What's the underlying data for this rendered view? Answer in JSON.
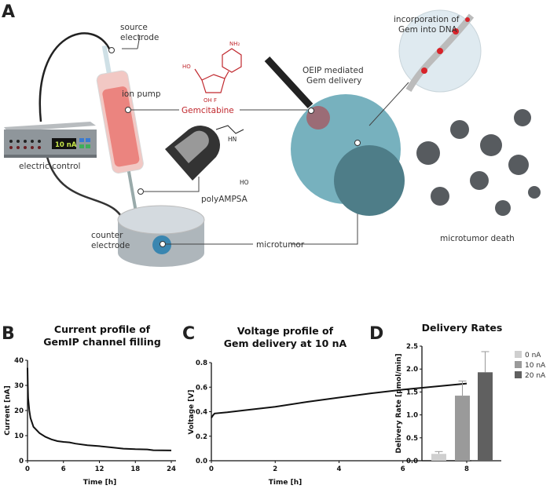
{
  "panel_a": {
    "letter": "A",
    "labels": {
      "source_electrode": [
        "source",
        "electrode"
      ],
      "ion_pump": "ion pump",
      "gemcitabine": "Gemcitabine",
      "electric_control": "electric control",
      "display": "10 nA",
      "polyampsa": "polyAMPSA",
      "counter_electrode": [
        "counter",
        "electrode"
      ],
      "microtumor": "microtumor",
      "oeip": [
        "OEIP mediated",
        "Gem delivery"
      ],
      "incorporation": [
        "incorporation of",
        "Gem into DNA"
      ],
      "death": "microtumor death"
    },
    "colors": {
      "gemcitabine": "#c0282e",
      "tumor": "#5fa3b3",
      "dead_tumor": "#3a3f44"
    }
  },
  "chart_data": [
    {
      "panel": "B",
      "type": "line",
      "title": [
        "Current profile of",
        "GemIP channel filling"
      ],
      "xlabel": "Time [h]",
      "ylabel": "Current [nA]",
      "xlim": [
        0,
        24
      ],
      "ylim": [
        0,
        40
      ],
      "xticks": [
        0,
        6,
        12,
        18,
        24
      ],
      "yticks": [
        0,
        10,
        20,
        30,
        40
      ],
      "grid": false,
      "x": [
        0,
        0.05,
        0.1,
        0.3,
        0.5,
        1,
        2,
        3,
        4,
        5,
        6,
        7,
        8,
        10,
        12,
        14,
        16,
        18,
        20,
        21,
        24
      ],
      "y": [
        37,
        30,
        25,
        20,
        17,
        13.5,
        11,
        9.5,
        8.5,
        7.8,
        7.5,
        7.3,
        6.8,
        6.2,
        5.8,
        5.3,
        4.8,
        4.6,
        4.5,
        4.2,
        4.1
      ]
    },
    {
      "panel": "C",
      "type": "line",
      "title": [
        "Voltage profile of",
        "Gem delivery at 10 nA"
      ],
      "xlabel": "Time [h]",
      "ylabel": "Voltage [V]",
      "xlim": [
        0,
        8
      ],
      "ylim": [
        0,
        0.8
      ],
      "xticks": [
        0,
        2,
        4,
        6,
        8
      ],
      "yticks": [
        "0.0",
        "0.2",
        "0.4",
        "0.6",
        "0.8"
      ],
      "grid": false,
      "x": [
        0,
        0.05,
        0.1,
        0.5,
        1,
        2,
        3,
        4,
        5,
        6,
        7,
        8
      ],
      "y": [
        0.35,
        0.37,
        0.385,
        0.395,
        0.41,
        0.44,
        0.48,
        0.515,
        0.55,
        0.58,
        0.605,
        0.63
      ]
    },
    {
      "panel": "D",
      "type": "bar",
      "title": "Delivery Rates",
      "xlabel": "",
      "ylabel": "Delivery Rate [pmol/min]",
      "ylim": [
        0,
        2.5
      ],
      "yticks": [
        "0.0",
        "0.5",
        "1.0",
        "1.5",
        "2.0",
        "2.5"
      ],
      "legend_position": "right",
      "series": [
        {
          "name": "0 nA",
          "value": 0.15,
          "error": 0.05,
          "color": "#cfcfcf"
        },
        {
          "name": "10 nA",
          "value": 1.42,
          "error": 0.32,
          "color": "#9a9a9a"
        },
        {
          "name": "20 nA",
          "value": 1.93,
          "error": 0.45,
          "color": "#606060"
        }
      ]
    }
  ]
}
